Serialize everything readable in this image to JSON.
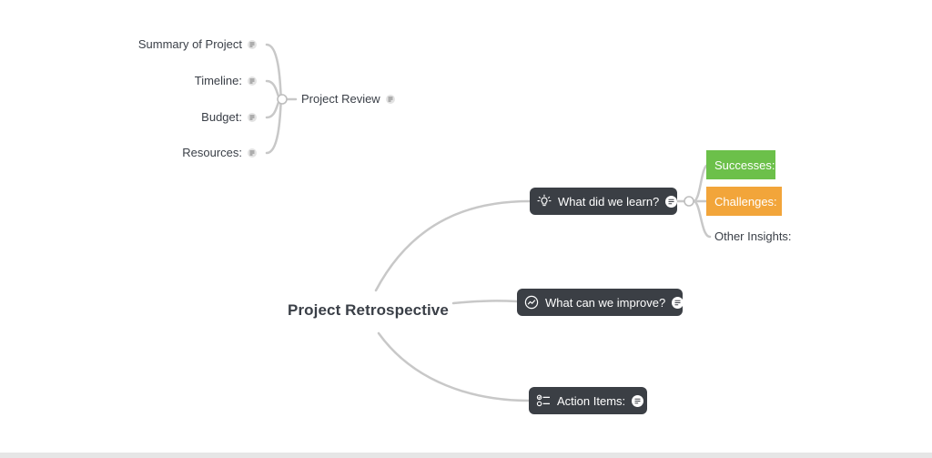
{
  "central_topic": "Project Retrospective",
  "project_review": {
    "label": "Project Review",
    "children": [
      "Summary of Project",
      "Timeline:",
      "Budget:",
      "Resources:"
    ]
  },
  "branches": [
    {
      "label": "What did we learn?",
      "icon": "lightbulb-icon"
    },
    {
      "label": "What can we improve?",
      "icon": "trend-chart-icon"
    },
    {
      "label": "Action Items:",
      "icon": "checklist-icon"
    }
  ],
  "learn_children": [
    {
      "label": "Successes:",
      "color": "#6cc04a"
    },
    {
      "label": "Challenges:",
      "color": "#f2a53a"
    },
    {
      "label": "Other Insights:",
      "color": ""
    }
  ],
  "colors": {
    "dark_node": "#3b3f45",
    "connector": "#c8c8c8",
    "text": "#3a3f47"
  }
}
